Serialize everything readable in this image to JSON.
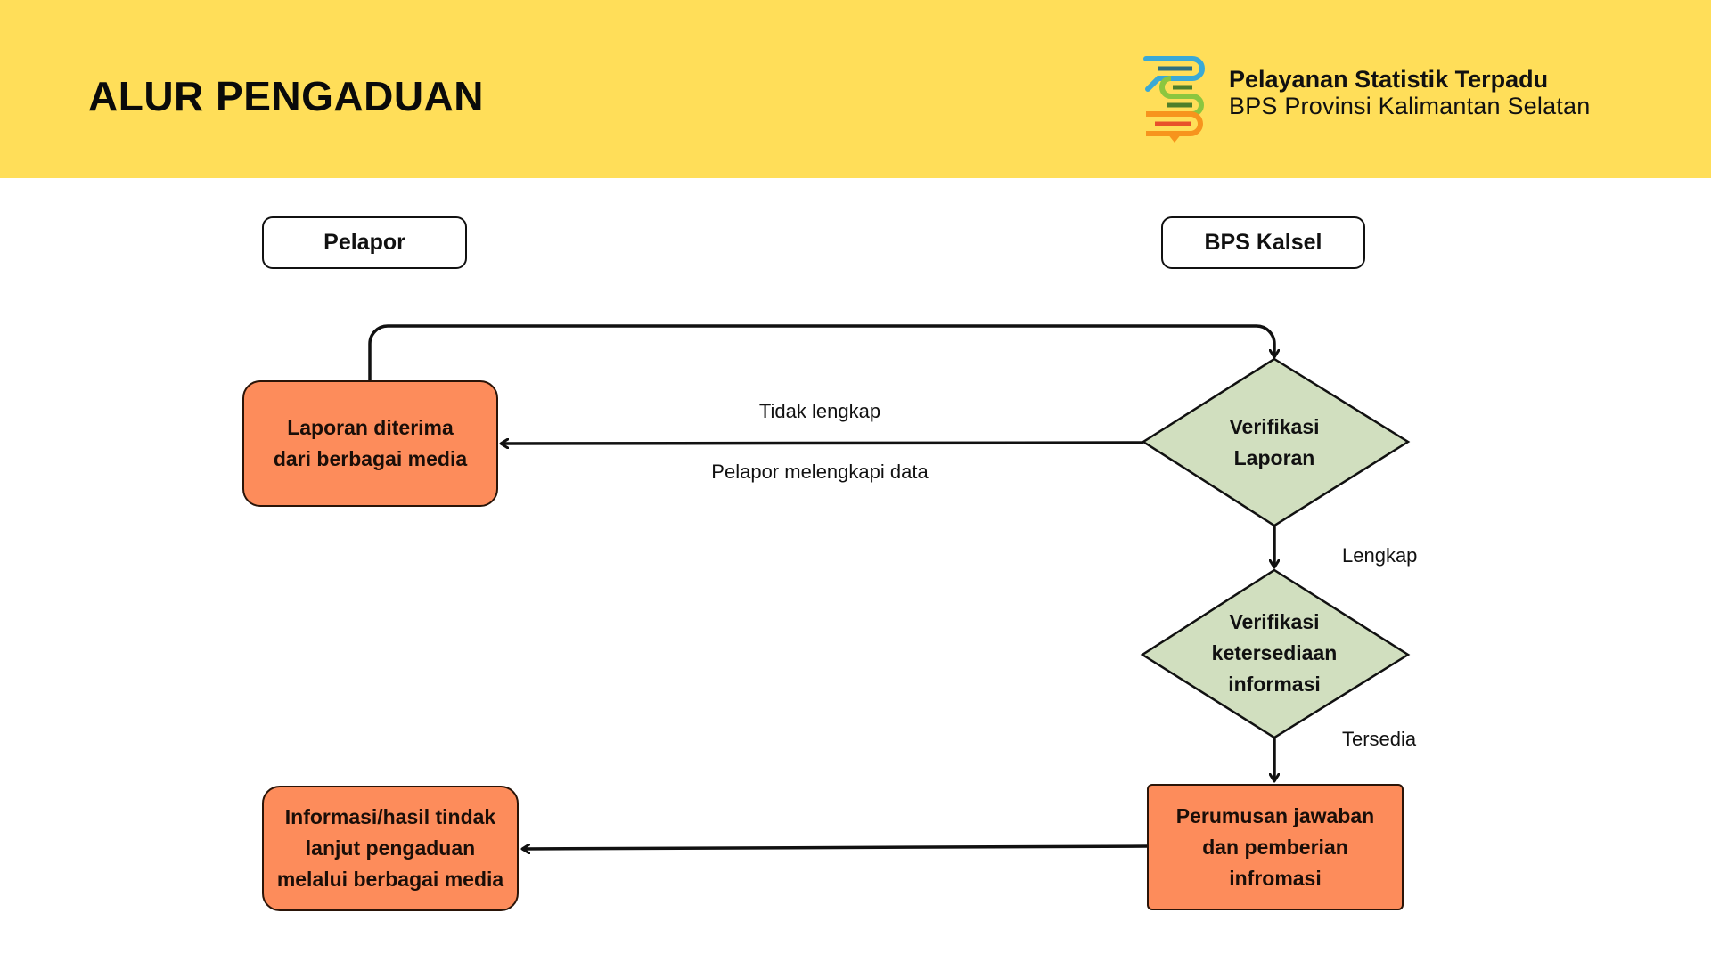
{
  "header": {
    "title": "ALUR PENGADUAN",
    "background_color": "#ffde59",
    "brand": {
      "logo_icon": "pst-stacked-books-logo",
      "line1": "Pelayanan Statistik Terpadu",
      "line2": "BPS Provinsi Kalimantan Selatan"
    }
  },
  "lanes": [
    {
      "id": "pelapor",
      "label": "Pelapor"
    },
    {
      "id": "bps",
      "label": "BPS Kalsel"
    }
  ],
  "nodes": {
    "laporan": {
      "type": "process",
      "lane": "pelapor",
      "label": "Laporan diterima dari berbagai media",
      "lines": [
        "Laporan diterima",
        "dari berbagai media"
      ],
      "color": "#fd8c5b"
    },
    "verifikasi_laporan": {
      "type": "decision",
      "lane": "bps",
      "label": "Verifikasi Laporan",
      "lines": [
        "Verifikasi",
        "Laporan"
      ],
      "color": "#d1dfbf"
    },
    "verifikasi_ketersediaan": {
      "type": "decision",
      "lane": "bps",
      "label": "Verifikasi ketersediaan informasi",
      "lines": [
        "Verifikasi",
        "ketersediaan",
        "informasi"
      ],
      "color": "#d1dfbf"
    },
    "perumusan": {
      "type": "process",
      "lane": "bps",
      "label": "Perumusan jawaban dan pemberian infromasi",
      "lines": [
        "Perumusan jawaban",
        "dan pemberian",
        "infromasi"
      ],
      "color": "#fd8c5b"
    },
    "informasi": {
      "type": "process",
      "lane": "pelapor",
      "label": "Informasi/hasil tindak lanjut pengaduan melalui berbagai media",
      "lines": [
        "Informasi/hasil tindak",
        "lanjut pengaduan",
        "melalui berbagai media"
      ],
      "color": "#fd8c5b"
    }
  },
  "edges": [
    {
      "from": "laporan",
      "to": "verifikasi_laporan",
      "label": ""
    },
    {
      "from": "verifikasi_laporan",
      "to": "laporan",
      "label": "Tidak lengkap",
      "sublabel": "Pelapor melengkapi data"
    },
    {
      "from": "verifikasi_laporan",
      "to": "verifikasi_ketersediaan",
      "label": "Lengkap"
    },
    {
      "from": "verifikasi_ketersediaan",
      "to": "perumusan",
      "label": "Tersedia"
    },
    {
      "from": "perumusan",
      "to": "informasi",
      "label": ""
    }
  ]
}
